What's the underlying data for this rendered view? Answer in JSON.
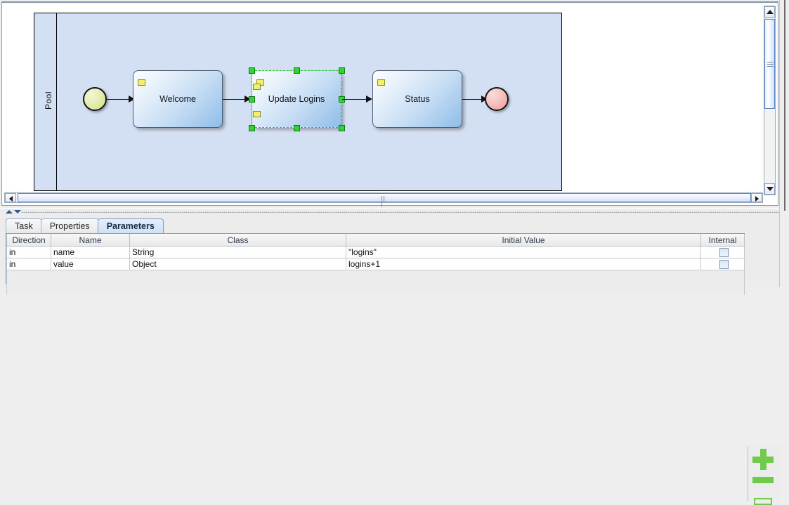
{
  "diagram": {
    "pool": {
      "label": "Pool"
    },
    "nodes": [
      {
        "id": "start",
        "type": "start-event",
        "label": ""
      },
      {
        "id": "welcome",
        "type": "task",
        "label": "Welcome"
      },
      {
        "id": "update",
        "type": "task",
        "label": "Update Logins",
        "selected": true
      },
      {
        "id": "status",
        "type": "task",
        "label": "Status"
      },
      {
        "id": "end",
        "type": "end-event",
        "label": ""
      }
    ],
    "colors": {
      "pool_fill": "#d3dff2",
      "task_fill_light": "#fdfeff",
      "task_fill_dark": "#8fbde8",
      "start_event": "#cfe07f",
      "end_event": "#ef9a96",
      "selection_handle": "#2fd62f",
      "task_marker": "#f2f06a"
    }
  },
  "tabs": [
    {
      "label": "Task",
      "active": false
    },
    {
      "label": "Properties",
      "active": false
    },
    {
      "label": "Parameters",
      "active": true
    }
  ],
  "parameters_table": {
    "columns": [
      "Direction",
      "Name",
      "Class",
      "Initial Value",
      "Internal"
    ],
    "rows": [
      {
        "direction": "in",
        "name": "name",
        "class": "String",
        "initial_value": "\"logins\"",
        "internal": false
      },
      {
        "direction": "in",
        "name": "value",
        "class": "Object",
        "initial_value": "logins+1",
        "internal": false
      }
    ]
  },
  "side_buttons": [
    {
      "name": "add-parameter",
      "glyph": "+"
    },
    {
      "name": "remove-parameter",
      "glyph": "−"
    },
    {
      "name": "edit-parameter",
      "glyph": "▭"
    }
  ],
  "scrollbars": {
    "vertical": {
      "name": "canvas-vertical-scrollbar",
      "up": "▲",
      "down": "▼"
    },
    "horizontal": {
      "name": "canvas-horizontal-scrollbar",
      "left": "◀",
      "right": "▶"
    }
  }
}
